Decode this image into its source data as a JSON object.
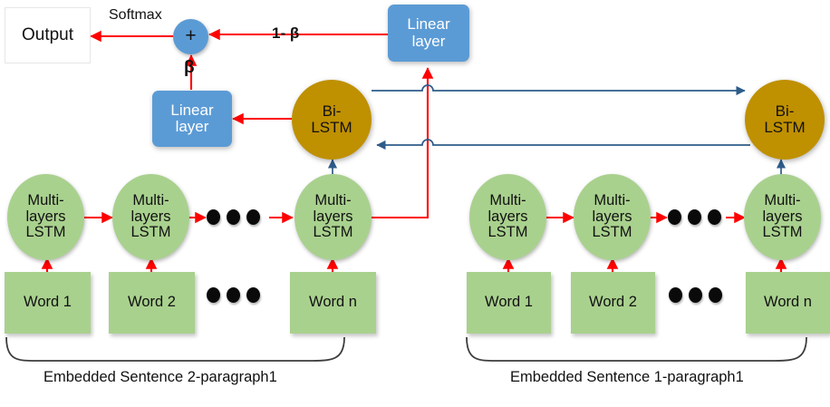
{
  "diagram": {
    "title_text": "",
    "colors": {
      "green": "#A9D18E",
      "gold": "#BF9000",
      "blue": "#5B9BD5",
      "red_arrow": "#FF0000",
      "blue_arrow": "#2E5C8A",
      "text": "#111111",
      "white": "#FFFFFF"
    },
    "output": {
      "label": "Output"
    },
    "softmax": {
      "label": "Softmax"
    },
    "sum_node": {
      "label": "+"
    },
    "beta": {
      "label": "β"
    },
    "one_minus_beta": {
      "label": "1- β"
    },
    "linear_left": {
      "line1": "Linear",
      "line2": "layer"
    },
    "linear_top": {
      "line1": "Linear",
      "line2": "layer"
    },
    "bilstm_left": {
      "line1": "Bi-",
      "line2": "LSTM"
    },
    "bilstm_right": {
      "line1": "Bi-",
      "line2": "LSTM"
    },
    "lstm_cell": {
      "line1": "Multi-",
      "line2": "layers",
      "line3": "LSTM"
    },
    "groups": [
      {
        "id": "left-group",
        "caption": "Embedded Sentence 2-paragraph1",
        "words": [
          "Word 1",
          "Word 2",
          "Word n"
        ],
        "lstm_cells": [
          "Multi-layers LSTM",
          "Multi-layers LSTM",
          "Multi-layers LSTM"
        ],
        "ellipsis_dots": 3
      },
      {
        "id": "right-group",
        "caption": "Embedded Sentence 1-paragraph1",
        "words": [
          "Word 1",
          "Word 2",
          "Word n"
        ],
        "lstm_cells": [
          "Multi-layers LSTM",
          "Multi-layers LSTM",
          "Multi-layers LSTM"
        ],
        "ellipsis_dots": 3
      }
    ]
  }
}
